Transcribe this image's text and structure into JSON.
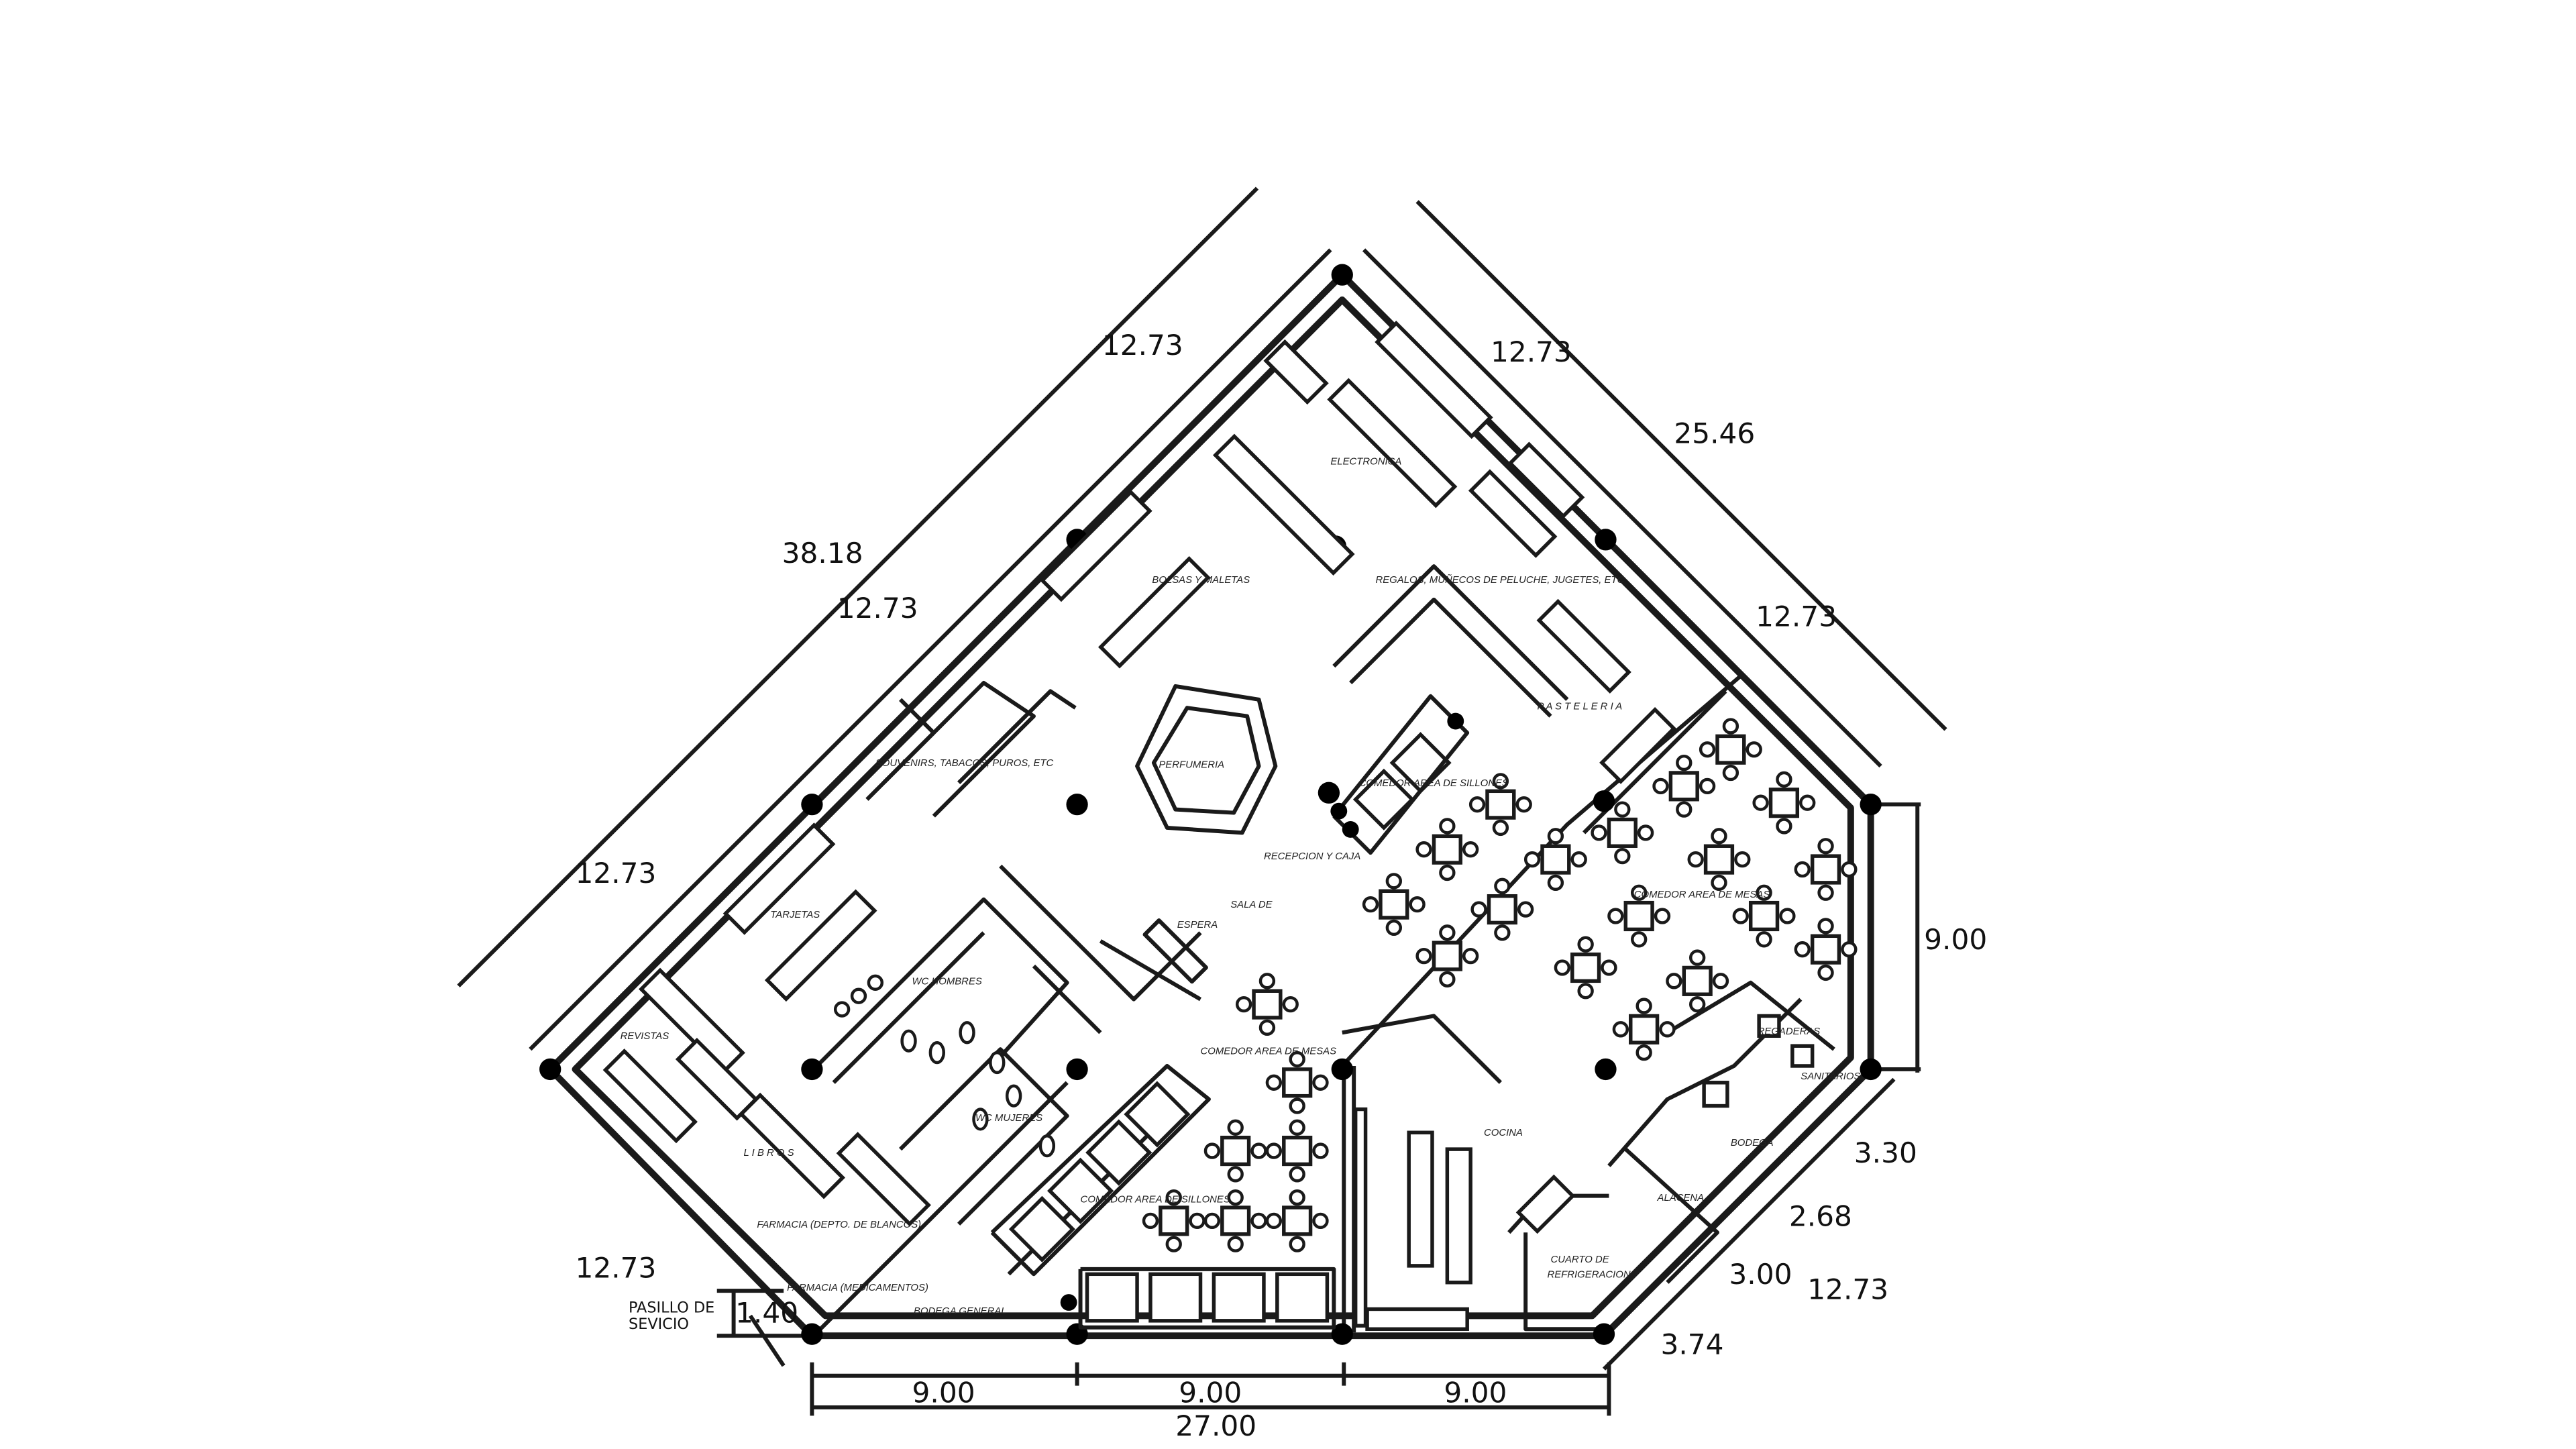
{
  "dimensions": {
    "top_left_upper": "12.73",
    "top_left_total": "38.18",
    "top_left_mid": "12.73",
    "left_mid": "12.73",
    "left_lower": "12.73",
    "top_right_upper": "12.73",
    "top_right_total": "25.46",
    "top_right_lower": "12.73",
    "right_vertical": "9.00",
    "bottom_right_a": "3.30",
    "bottom_right_b": "2.68",
    "bottom_right_c": "3.00",
    "bottom_right_total": "12.73",
    "bottom_right_d": "3.74",
    "bottom_seg_1": "9.00",
    "bottom_seg_2": "9.00",
    "bottom_seg_3": "9.00",
    "bottom_total": "27.00",
    "service_width": "1.40"
  },
  "annotations": {
    "service_line_1": "PASILLO DE",
    "service_line_2": "SEVICIO"
  },
  "rooms": {
    "electronica": "ELECTRONICA",
    "bolsas": "BOLSAS   Y  MALETAS",
    "regalos": "REGALOS, MUÑECOS DE PELUCHE, JUGETES, ETC",
    "pasteleria": "P A S T E L E R I A",
    "souvenirs": "SOUVENIRS, TABACOS, PUROS, ETC",
    "perfumeria": "PERFUMERIA",
    "comedor_sillones_top": "COMEDOR AREA DE SILLONES",
    "recepcion": "RECEPCION Y CAJA",
    "sala_de": "SALA DE",
    "espera": "ESPERA",
    "comedor_mesas_right": "COMEDOR AREA DE MESAS",
    "tarjetas": "TARJETAS",
    "wc_hombres": "WC  HOMBRES",
    "wc_mujeres": "WC  MUJERES",
    "revistas": "REVISTAS",
    "libros": "L I B R O S",
    "farmacia_blancos": "FARMACIA (DEPTO. DE BLANCOS)",
    "farmacia_medicamentos": "FARMACIA  (MEDICAMENTOS)",
    "bodega_general": "BODEGA GENERAL",
    "comedor_mesas_center": "COMEDOR AREA DE MESAS",
    "comedor_sillones_bottom": "COMEDOR AREA DE SILLONES",
    "cocina": "COCINA",
    "regaderas": "REGADERAS",
    "sanitarios": "SANITARIOS",
    "bodega": "BODEGA",
    "alacena": "ALACENA",
    "cuarto_1": "CUARTO DE",
    "cuarto_2": "REFRIGERACION"
  }
}
